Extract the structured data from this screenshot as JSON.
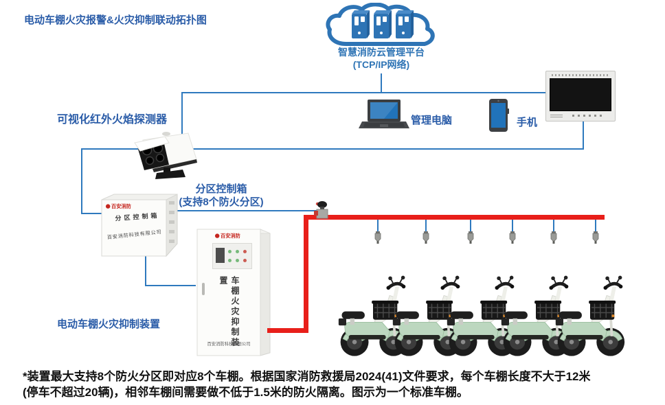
{
  "colors": {
    "label_blue": "#2A5CA8",
    "line_blue": "#2E79BE",
    "cloud_blue": "#2E74B5",
    "pipe_red": "#E81F1A",
    "brand_red": "#C5261F",
    "bike_green": "#BCD7BF",
    "screen_blue": "#2173BA"
  },
  "title": "电动车棚火灾报警&火灾抑制联动拓扑图",
  "cloud": {
    "name": "智慧消防云管理平台",
    "network": "(TCP/IP网络)"
  },
  "flame_detector": {
    "label": "可视化红外火焰探测器"
  },
  "management": {
    "laptop_label": "管理电脑",
    "phone_label": "手机"
  },
  "zone_control": {
    "label": "分区控制箱",
    "label_note": "(支持8个防火分区)",
    "box_brand": "百安消防",
    "box_title": "分区控制箱",
    "box_company": "百安消防科技有限公司"
  },
  "suppression": {
    "cabinet_brand": "百安消防",
    "cabinet_title_vertical": "车棚火灾抑制装置",
    "cabinet_company": "百安消防科技有限公司",
    "label": "电动车棚火灾抑制装置",
    "nozzle_count": 6
  },
  "parking": {
    "bike_count": 5
  },
  "footnote": {
    "line1": "*装置最大支持8个防火分区即对应8个车棚。根据国家消防救援局2024(41)文件要求，每个车棚长度不大于12米",
    "line2": "(停车不超过20辆)，相邻车棚间需要做不低于1.5米的防火隔离。图示为一个标准车棚。"
  }
}
